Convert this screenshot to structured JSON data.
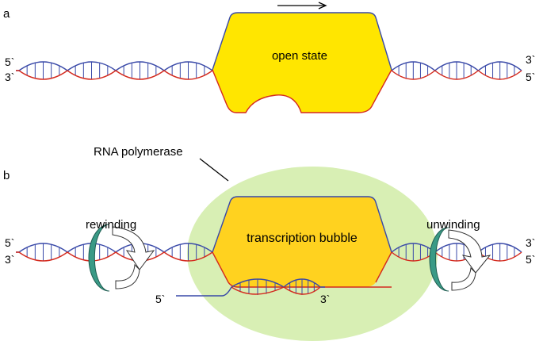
{
  "panel_a": {
    "letter": "a",
    "state_label": "open state",
    "left_top_end": "5`",
    "left_bottom_end": "3`",
    "right_top_end": "3`",
    "right_bottom_end": "5`"
  },
  "panel_b": {
    "letter": "b",
    "polymerase_label": "RNA polymerase",
    "bubble_label": "transcription bubble",
    "rewinding_label": "rewinding",
    "unwinding_label": "unwinding",
    "left_top_end": "5`",
    "left_bottom_end": "3`",
    "right_top_end": "3`",
    "right_bottom_end": "5`",
    "rna_start_end": "5`",
    "rna_hybrid_end": "3`"
  },
  "colors": {
    "strand_top": "#3949a8",
    "strand_bottom": "#d42a1e",
    "bubble_fill": "#ffe600",
    "bubble_fill_b": "#ffd21f",
    "polymerase_fill": "#d8efb4",
    "enzyme": "#3a9a86"
  }
}
